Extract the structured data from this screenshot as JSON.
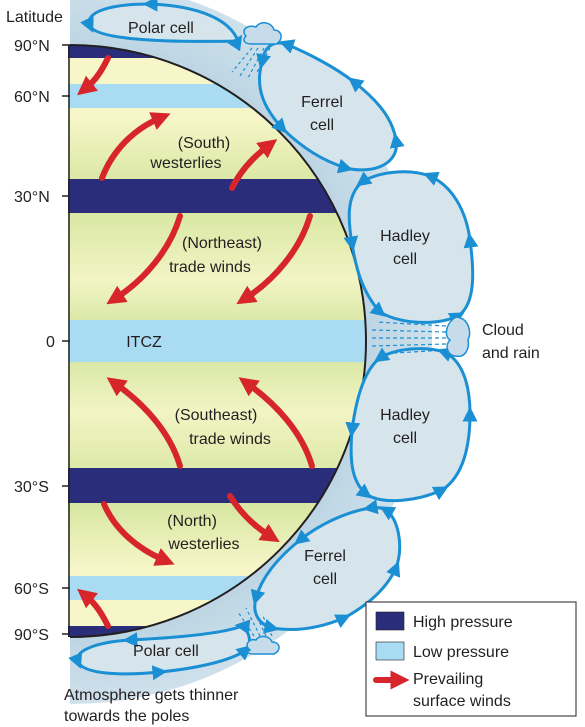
{
  "axis_title": "Latitude",
  "latitudes": [
    "90°N",
    "60°N",
    "30°N",
    "0",
    "30°S",
    "60°S",
    "90°S"
  ],
  "cells": {
    "polar_north": "Polar cell",
    "ferrel_north": [
      "Ferrel",
      "cell"
    ],
    "hadley_north": [
      "Hadley",
      "cell"
    ],
    "hadley_south": [
      "Hadley",
      "cell"
    ],
    "ferrel_south": [
      "Ferrel",
      "cell"
    ],
    "polar_south": "Polar cell"
  },
  "wind_labels": {
    "south_westerlies": [
      "(South)",
      "westerlies"
    ],
    "northeast_trades": [
      "(Northeast)",
      "trade winds"
    ],
    "itcz": "ITCZ",
    "southeast_trades": [
      "(Southeast)",
      "trade winds"
    ],
    "north_westerlies": [
      "(North)",
      "westerlies"
    ]
  },
  "cloud_label": [
    "Cloud",
    "and rain"
  ],
  "note": [
    "Atmosphere gets thinner",
    "towards the poles"
  ],
  "legend": {
    "high": "High pressure",
    "low": "Low pressure",
    "winds": [
      "Prevailing",
      "surface winds"
    ]
  },
  "colors": {
    "high_pressure": "#2a2e7a",
    "low_pressure": "#a9dcf2",
    "surface_wind": "#d7262b",
    "cell_stroke": "#1b8fd4",
    "cell_fill": "#d6e4ec",
    "land_light": "#f6f6c8",
    "land_green": "#cfe39a"
  }
}
